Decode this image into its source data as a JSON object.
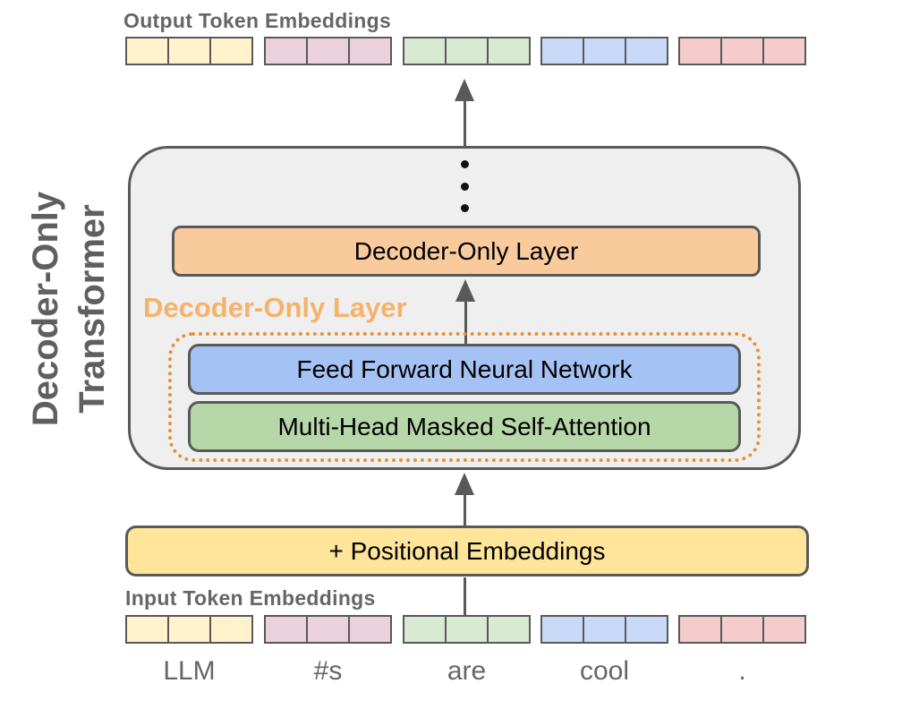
{
  "side_title": {
    "line1": "Decoder-Only",
    "line2": "Transformer"
  },
  "output_label": "Output Token Embeddings",
  "input_label": "Input Token Embeddings",
  "decoder_layer_box_label": "Decoder-Only Layer",
  "decoder_layer_annotation": "Decoder-Only Layer",
  "ffn_label": "Feed Forward Neural Network",
  "attention_label": "Multi-Head Masked Self-Attention",
  "positional_label": "+ Positional Embeddings",
  "tokens": [
    "LLM",
    "#s",
    "are",
    "cool",
    "."
  ],
  "embeddings": {
    "cells_per_token": 3,
    "colors": [
      "#FFF2CC",
      "#EAD1DC",
      "#D9EAD3",
      "#C9DAF8",
      "#F4CCCC"
    ]
  },
  "colors": {
    "container_fill": "#EFEFEF",
    "box_border": "#595959",
    "decoder_layer_fill": "#F9CB9C",
    "ffn_fill": "#A4C2F4",
    "attention_fill": "#B6D7A8",
    "positional_fill": "#FFE599",
    "dotted_border": "#E69138",
    "annotation_text": "#F6B26B",
    "label_text": "#666666",
    "arrow": "#595959"
  }
}
